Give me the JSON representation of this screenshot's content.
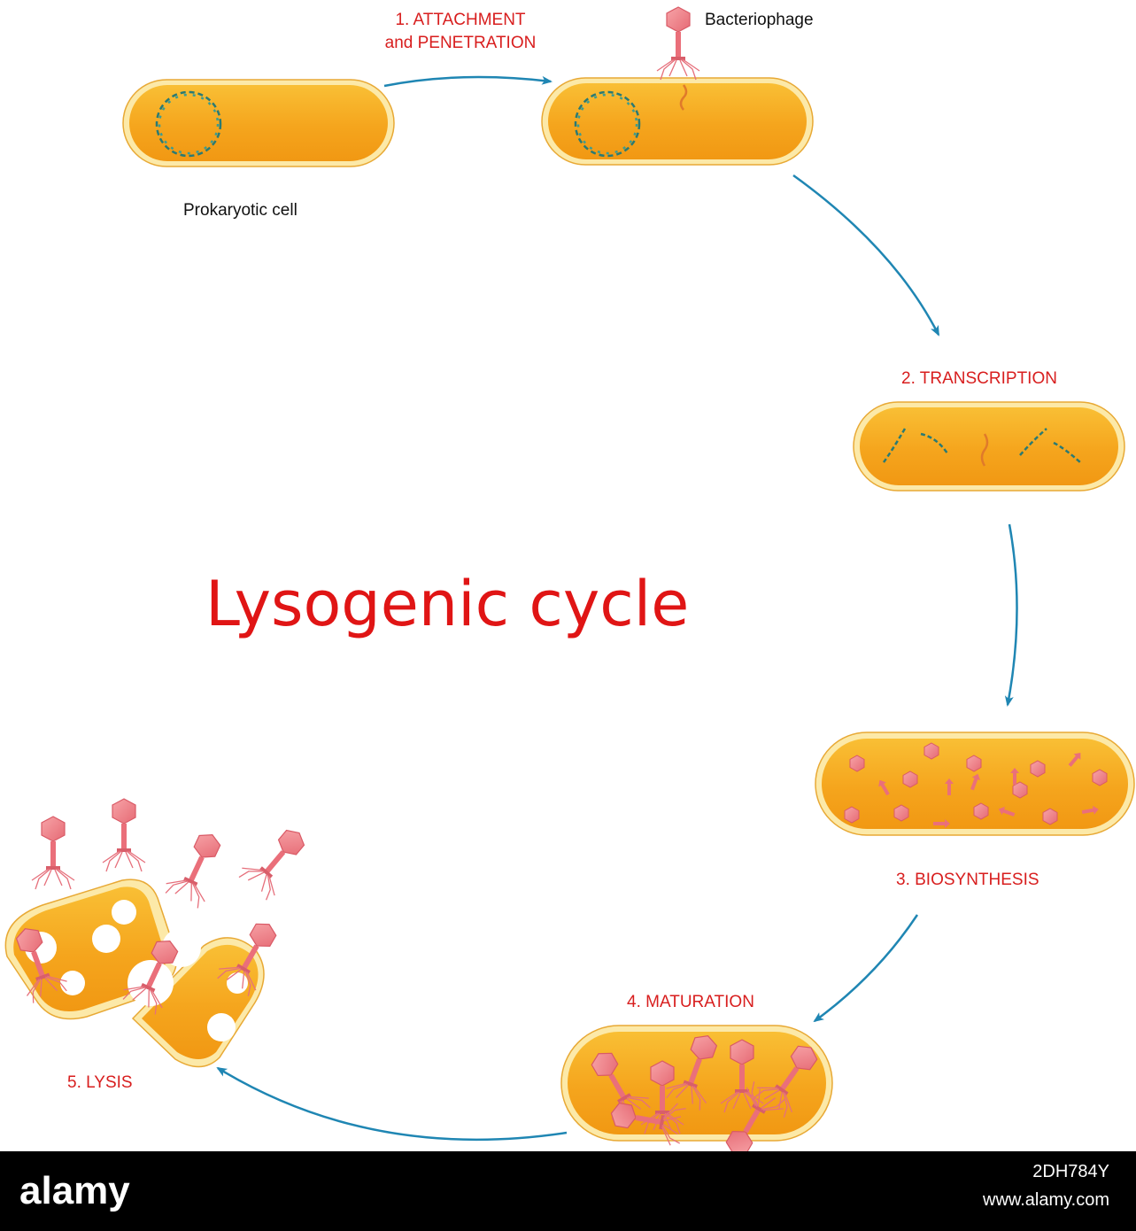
{
  "diagram": {
    "title": "Lysogenic cycle",
    "cell_label": "Prokaryotic cell",
    "phage_label": "Bacteriophage",
    "steps": [
      {
        "line1": "1. ATTACHMENT",
        "line2": "and PENETRATION"
      },
      {
        "line1": "2. TRANSCRIPTION"
      },
      {
        "line1": "3. BIOSYNTHESIS"
      },
      {
        "line1": "4. MATURATION"
      },
      {
        "line1": "5. LYSIS"
      }
    ],
    "watermark": "alamy"
  },
  "footer": {
    "brand": "alamy",
    "image_id": "2DH784Y",
    "url": "www.alamy.com"
  },
  "colors": {
    "label_red": "#d81e1e",
    "title_red": "#e01515",
    "arrow_blue": "#1f86b3",
    "cell_orange": "#f6a81f",
    "cell_membrane": "#fce9a8",
    "phage_pink": "#ee7f88",
    "dna_green": "#2a7a73"
  }
}
